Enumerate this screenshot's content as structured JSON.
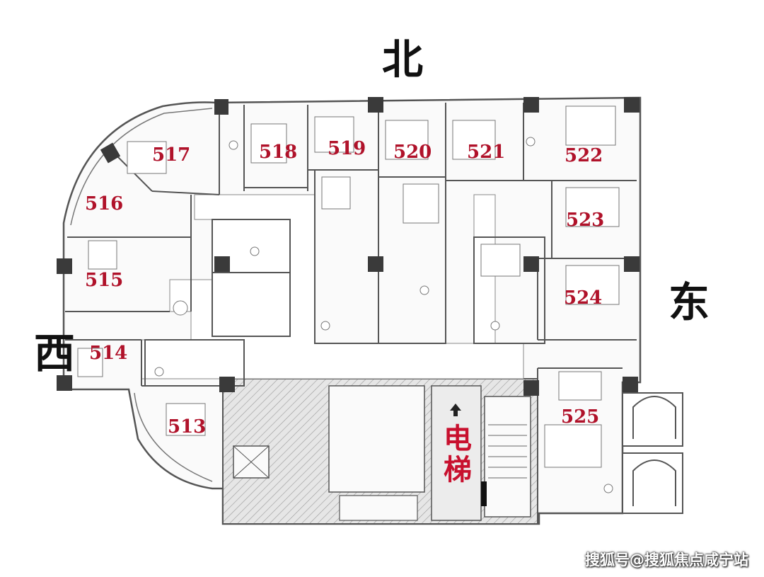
{
  "directions": {
    "north": "北",
    "east": "东",
    "west": "西"
  },
  "rooms": [
    "517",
    "518",
    "519",
    "520",
    "521",
    "522",
    "516",
    "523",
    "515",
    "524",
    "514",
    "513",
    "525"
  ],
  "elevator_label": "电梯",
  "watermark": "搜狐号@搜狐焦点咸宁站",
  "colors": {
    "room_label": "#b0122a",
    "elevator_label": "#c8102e",
    "walls": "#555555",
    "columns": "#3a3a3a",
    "service_core": "#d9d9d9"
  }
}
